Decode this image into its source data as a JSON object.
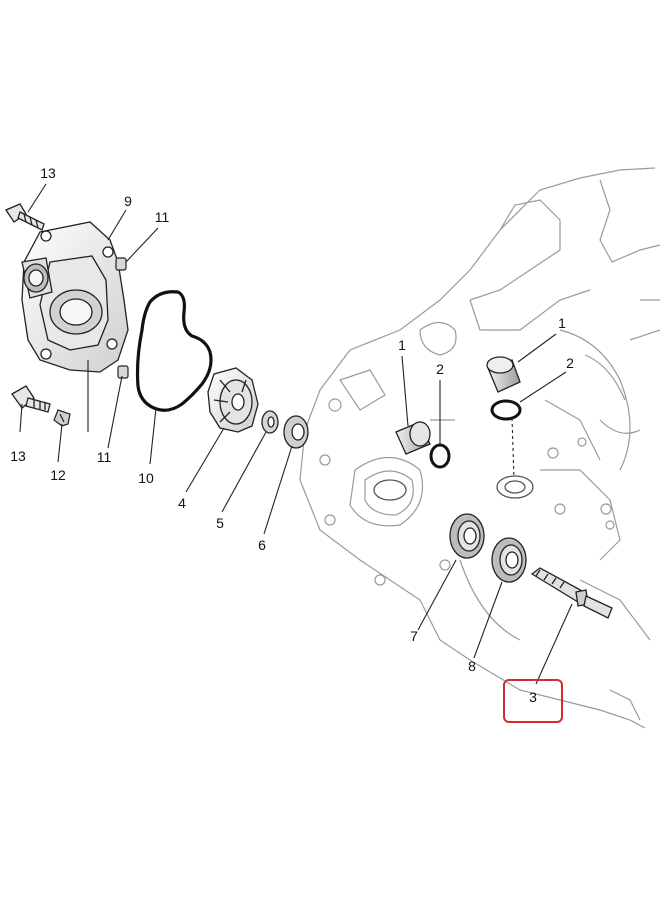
{
  "diagram": {
    "callouts": [
      {
        "id": "c13a",
        "text": "13"
      },
      {
        "id": "c9",
        "text": "9"
      },
      {
        "id": "c11a",
        "text": "11"
      },
      {
        "id": "c13b",
        "text": "13"
      },
      {
        "id": "c12",
        "text": "12"
      },
      {
        "id": "c11b",
        "text": "11"
      },
      {
        "id": "c10",
        "text": "10"
      },
      {
        "id": "c4",
        "text": "4"
      },
      {
        "id": "c5",
        "text": "5"
      },
      {
        "id": "c6",
        "text": "6"
      },
      {
        "id": "c1a",
        "text": "1"
      },
      {
        "id": "c2a",
        "text": "2"
      },
      {
        "id": "c1b",
        "text": "1"
      },
      {
        "id": "c2b",
        "text": "2"
      },
      {
        "id": "c7",
        "text": "7"
      },
      {
        "id": "c8",
        "text": "8"
      },
      {
        "id": "c3",
        "text": "3"
      }
    ],
    "highlight": {
      "label": "3",
      "color": "#d62b2b"
    }
  },
  "colors": {
    "line": "#222222",
    "faint": "#9a9a9a",
    "seal": "#111111",
    "background": "#ffffff"
  }
}
